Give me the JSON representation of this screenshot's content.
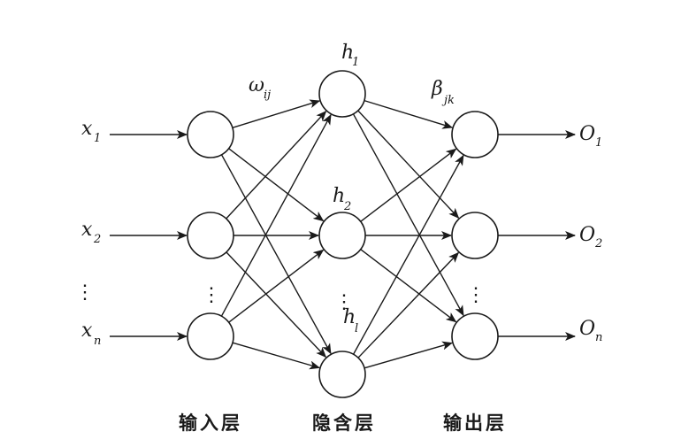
{
  "inputs": [
    {
      "base": "x",
      "sub": "1"
    },
    {
      "base": "x",
      "sub": "2"
    },
    {
      "base": "x",
      "sub": "n"
    }
  ],
  "hidden": [
    {
      "base": "h",
      "sub": "1"
    },
    {
      "base": "h",
      "sub": "2"
    },
    {
      "base": "h",
      "sub": "l"
    }
  ],
  "outputs": [
    {
      "base": "O",
      "sub": "1"
    },
    {
      "base": "O",
      "sub": "2"
    },
    {
      "base": "O",
      "sub": "n"
    }
  ],
  "weights": {
    "input_hidden": {
      "base": "ω",
      "sub": "ij"
    },
    "hidden_output": {
      "base": "β",
      "sub": "jk"
    }
  },
  "ellipsis": "⋮",
  "layers": {
    "input": "输入层",
    "hidden": "隐含层",
    "output": "输出层"
  }
}
